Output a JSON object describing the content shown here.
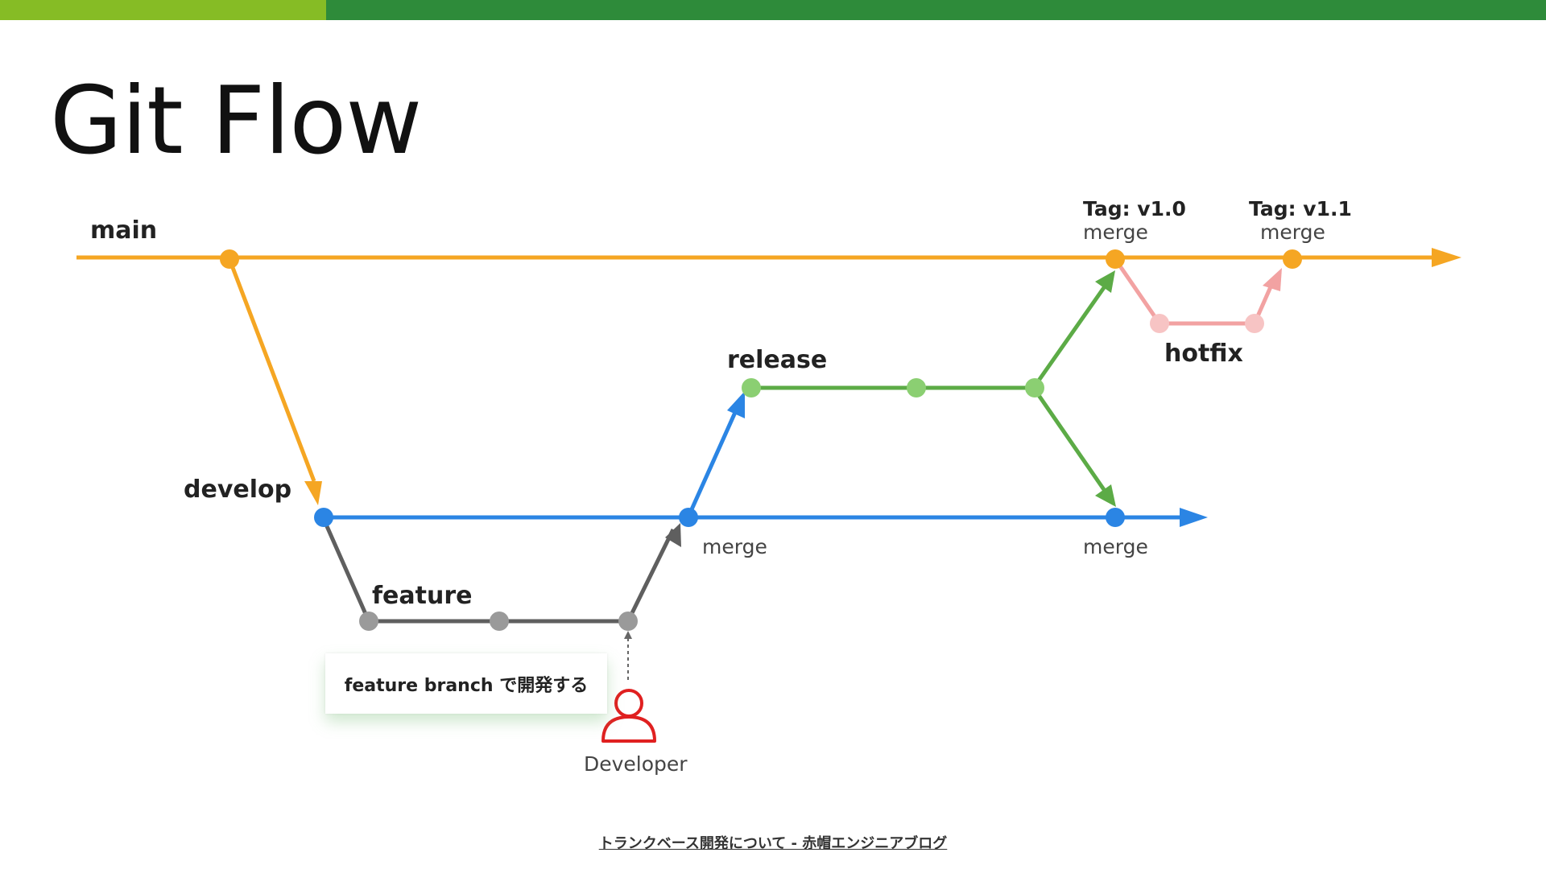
{
  "title": "Git Flow",
  "colors": {
    "top_bar_accent": "#86bc25",
    "top_bar_main": "#2e8b3a",
    "main": "#f5a623",
    "develop": "#2b85e4",
    "feature": "#5f5f5f",
    "feature_node": "#9a9a9a",
    "release": "#5cab46",
    "release_node": "#8bcf72",
    "hotfix": "#f2a2a2",
    "hotfix_node": "#f7c4c4",
    "developer_icon": "#e02020"
  },
  "branches": {
    "main": "main",
    "develop": "develop",
    "feature": "feature",
    "release": "release",
    "hotfix": "hotfix"
  },
  "tags": {
    "v1_0": {
      "tag": "Tag: v1.0",
      "merge": "merge"
    },
    "v1_1": {
      "tag": "Tag: v1.1",
      "merge": "merge"
    }
  },
  "develop_merges": {
    "from_feature": "merge",
    "from_release": "merge"
  },
  "callout": "feature branch で開発する",
  "developer": {
    "label": "Developer",
    "icon": "person-icon"
  },
  "source": "トランクベース開発について - 赤帽エンジニアブログ"
}
